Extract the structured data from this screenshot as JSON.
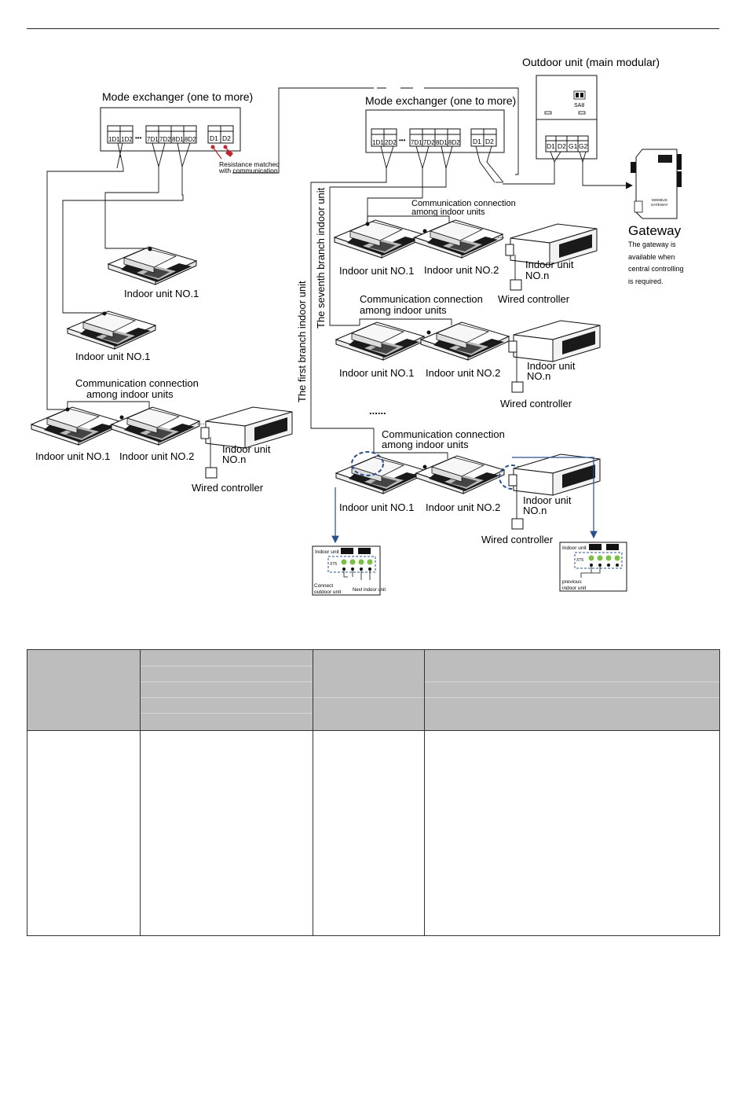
{
  "header_rule": true,
  "diagram": {
    "left_mode_exchanger": {
      "title": "Mode exchanger (one to more)",
      "ports": [
        "1D1",
        "1D2",
        "7D1",
        "7D2",
        "8D1",
        "8D2"
      ],
      "ellipsis": "•••",
      "d_ports": [
        "D1",
        "D2"
      ],
      "resistance_note": [
        "Resistance matched",
        "with communication"
      ]
    },
    "right_mode_exchanger": {
      "title": "Mode exchanger (one to more)",
      "ports": [
        "1D1",
        "2D2",
        "7D1",
        "7D2",
        "8D1",
        "8D2"
      ],
      "ellipsis": "•••",
      "d_ports": [
        "D1",
        "D2"
      ]
    },
    "outdoor_unit": {
      "title": "Outdoor unit (main modular)",
      "switch_label": "SA8",
      "ports": [
        "D1",
        "D2",
        "G1",
        "G2"
      ]
    },
    "gateway": {
      "title": "Gateway",
      "device_label": [
        "MODBUS",
        "GATEWAY"
      ],
      "note": [
        "The gateway is",
        "available  when",
        "central controlling",
        "is required."
      ]
    },
    "labels": {
      "indoor_unit_no1": "Indoor unit NO.1",
      "indoor_unit_no2": "Indoor unit NO.2",
      "indoor_unit_non": [
        "Indoor unit",
        "NO.n"
      ],
      "wired_controller": "Wired controller",
      "comm_connection": [
        "Communication connection",
        "among indoor units"
      ],
      "first_branch": "The first branch indoor unit",
      "seventh_branch": "The seventh branch indoor unit",
      "dots": "......"
    },
    "terminal_left": {
      "title": "Indoor unit",
      "connector": "XT5",
      "caption_left": [
        "Connect",
        "outdoor unit"
      ],
      "caption_right": "Next indoor unit"
    },
    "terminal_right": {
      "title": "Indoor unit",
      "connector": "XT5",
      "caption": [
        "previous",
        "indoor unit"
      ]
    }
  },
  "colors": {
    "line": "#111111",
    "arrow_blue": "#2a4f8f",
    "resistor_red": "#c0262c",
    "terminal_green": "#7bbf44",
    "table_header": "#bdbdbd"
  },
  "table": {
    "columns": 4,
    "header": [
      "",
      "",
      "",
      ""
    ],
    "rows": [
      [
        "",
        "",
        "",
        ""
      ]
    ]
  }
}
